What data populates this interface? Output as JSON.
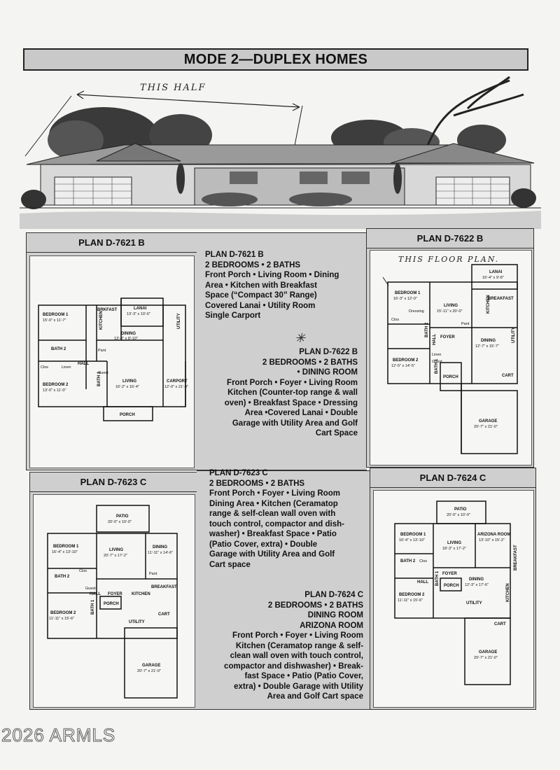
{
  "title": "MODE 2—DUPLEX HOMES",
  "handwriting": {
    "this_half": "THIS HALF",
    "this_floor_plan": "THIS FLOOR PLAN."
  },
  "star": "✳",
  "plans": {
    "d7621b": {
      "heading": "PLAN D-7621 B",
      "desc_title": "PLAN D-7621 B",
      "desc_lines": [
        "2 BEDROOMS • 2 BATHS",
        "Front Porch • Living Room • Dining",
        "Area • Kitchen with Breakfast",
        "Space (“Compact 30” Range)",
        "Covered Lanai • Utility Room",
        "Single Carport"
      ],
      "rooms": {
        "bedroom1": "BEDROOM 1",
        "bedroom1_dim": "15'-0\" x 11'-7\"",
        "brkfast": "BRKFAST",
        "kitchen": "KITCHEN",
        "lanai": "LANAI",
        "lanai_dim": "13'-3\" x 10'-6\"",
        "utility": "UTILITY",
        "dining": "DINING",
        "dining_dim": "13'-3\" x 8'-10\"",
        "bath2": "BATH 2",
        "clos": "Clos",
        "linen": "Linen",
        "hall": "HALL",
        "bedroom2": "BEDROOM 2",
        "bedroom2_dim": "13'-0\" x 11'-0\"",
        "bath1": "BATH 1",
        "living": "LIVING",
        "living_dim": "16'-2\" x 16'-4\"",
        "carport": "CARPORT",
        "carport_dim": "12'-0\" x 21'-0\"",
        "porch": "PORCH",
        "pant": "Pant",
        "guest": "Guest"
      }
    },
    "d7622b": {
      "heading": "PLAN D-7622 B",
      "desc_title": "PLAN D-7622 B",
      "desc_lines": [
        "2 BEDROOMS • 2 BATHS",
        "• DINING ROOM",
        "Front Porch • Foyer • Living Room",
        "Kitchen (Counter-top range & wall",
        "oven) • Breakfast Space • Dressing",
        "Area •Covered Lanai • Double",
        "Garage with Utility Area and Golf",
        "Cart Space"
      ],
      "rooms": {
        "bedroom1": "BEDROOM 1",
        "bedroom1_dim": "16'-3\" x 12'-0\"",
        "living": "LIVING",
        "living_dim": "15'-11\" x 20'-0\"",
        "lanai": "LANAI",
        "lanai_dim": "16'-4\" x 9'-8\"",
        "kitchen": "KITCHEN",
        "breakfast": "BREAKFAST",
        "dressing": "Dressing",
        "clos": "Clos",
        "bath2": "BATH 2",
        "hall": "HALL",
        "foyer": "FOYER",
        "dining": "DINING",
        "dining_dim": "12'-7\" x 15'-7\"",
        "utility": "UTILITY",
        "linen": "Linen",
        "guest": "Guest",
        "pant": "Pant",
        "bedroom2": "BEDROOM 2",
        "bedroom2_dim": "12'-5\" x 14'-5\"",
        "bath1": "BATH 1",
        "porch": "PORCH",
        "cart": "CART",
        "garage": "GARAGE",
        "garage_dim": "20'-7\" x 21'-0\""
      }
    },
    "d7623c": {
      "heading": "PLAN D-7623 C",
      "desc_title": "PLAN D-7623 C",
      "desc_lines": [
        "2 BEDROOMS • 2 BATHS",
        "Front Porch • Foyer • Living Room",
        "Dining Area • Kitchen (Ceramatop",
        "range & self-clean wall oven with",
        "touch control, compactor and dish-",
        "washer) • Breakfast Space • Patio",
        "(Patio Cover, extra) • Double",
        "Garage with Utility Area and Golf",
        "Cart space"
      ],
      "rooms": {
        "patio": "PATIO",
        "patio_dim": "20'-0\" x 10'-0\"",
        "bedroom1": "BEDROOM 1",
        "bedroom1_dim": "16'-4\" x 13'-10\"",
        "living": "LIVING",
        "living_dim": "20'-7\" x 17'-2\"",
        "dining": "DINING",
        "dining_dim": "11'-11\" x 14'-6\"",
        "bath2": "BATH 2",
        "clos": "Clos",
        "pant": "Pant",
        "breakfast": "BREAKFAST",
        "hall": "HALL",
        "foyer": "FOYER",
        "kitchen": "KITCHEN",
        "porch": "PORCH",
        "bedroom2": "BEDROOM 2",
        "bedroom2_dim": "11'-11\" x 15'-6\"",
        "bath1": "BATH 1",
        "utility": "UTILITY",
        "cart": "CART",
        "guest": "Guest",
        "garage": "GARAGE",
        "garage_dim": "20'-7\" x 21'-0\""
      }
    },
    "d7624c": {
      "heading": "PLAN D-7624 C",
      "desc_title": "PLAN D-7624 C",
      "desc_lines": [
        "2 BEDROOMS • 2 BATHS",
        "DINING ROOM",
        "ARIZONA ROOM",
        "Front Porch • Foyer • Living Room",
        "Kitchen (Ceramatop range & self-",
        "clean wall oven with touch control,",
        "compactor and dishwasher) • Break-",
        "fast Space • Patio (Patio Cover,",
        "extra) • Double Garage with Utility",
        "Area and Golf Cart space"
      ],
      "rooms": {
        "patio": "PATIO",
        "patio_dim": "20'-0\" x 10'-0\"",
        "bedroom1": "BEDROOM 1",
        "bedroom1_dim": "16'-4\" x 13'-10\"",
        "living": "LIVING",
        "living_dim": "18'-3\" x 17'-2\"",
        "arizona": "ARIZONA ROOM",
        "arizona_dim": "13'-10\" x 15'-2\"",
        "bath2": "BATH 2",
        "clos": "Clos",
        "breakfast": "BREAKFAST",
        "hall": "HALL",
        "foyer": "FOYER",
        "porch": "PORCH",
        "bath1": "BATH 1",
        "dining": "DINING",
        "dining_dim": "12'-3\" x 17'-6\"",
        "kitchen": "KITCHEN",
        "bedroom2": "BEDROOM 2",
        "bedroom2_dim": "11'-11\" x 15'-6\"",
        "utility": "UTILITY",
        "cart": "CART",
        "garage": "GARAGE",
        "garage_dim": "20'-7\" x 21'-0\""
      }
    }
  },
  "footer": "2026 ARMLS"
}
